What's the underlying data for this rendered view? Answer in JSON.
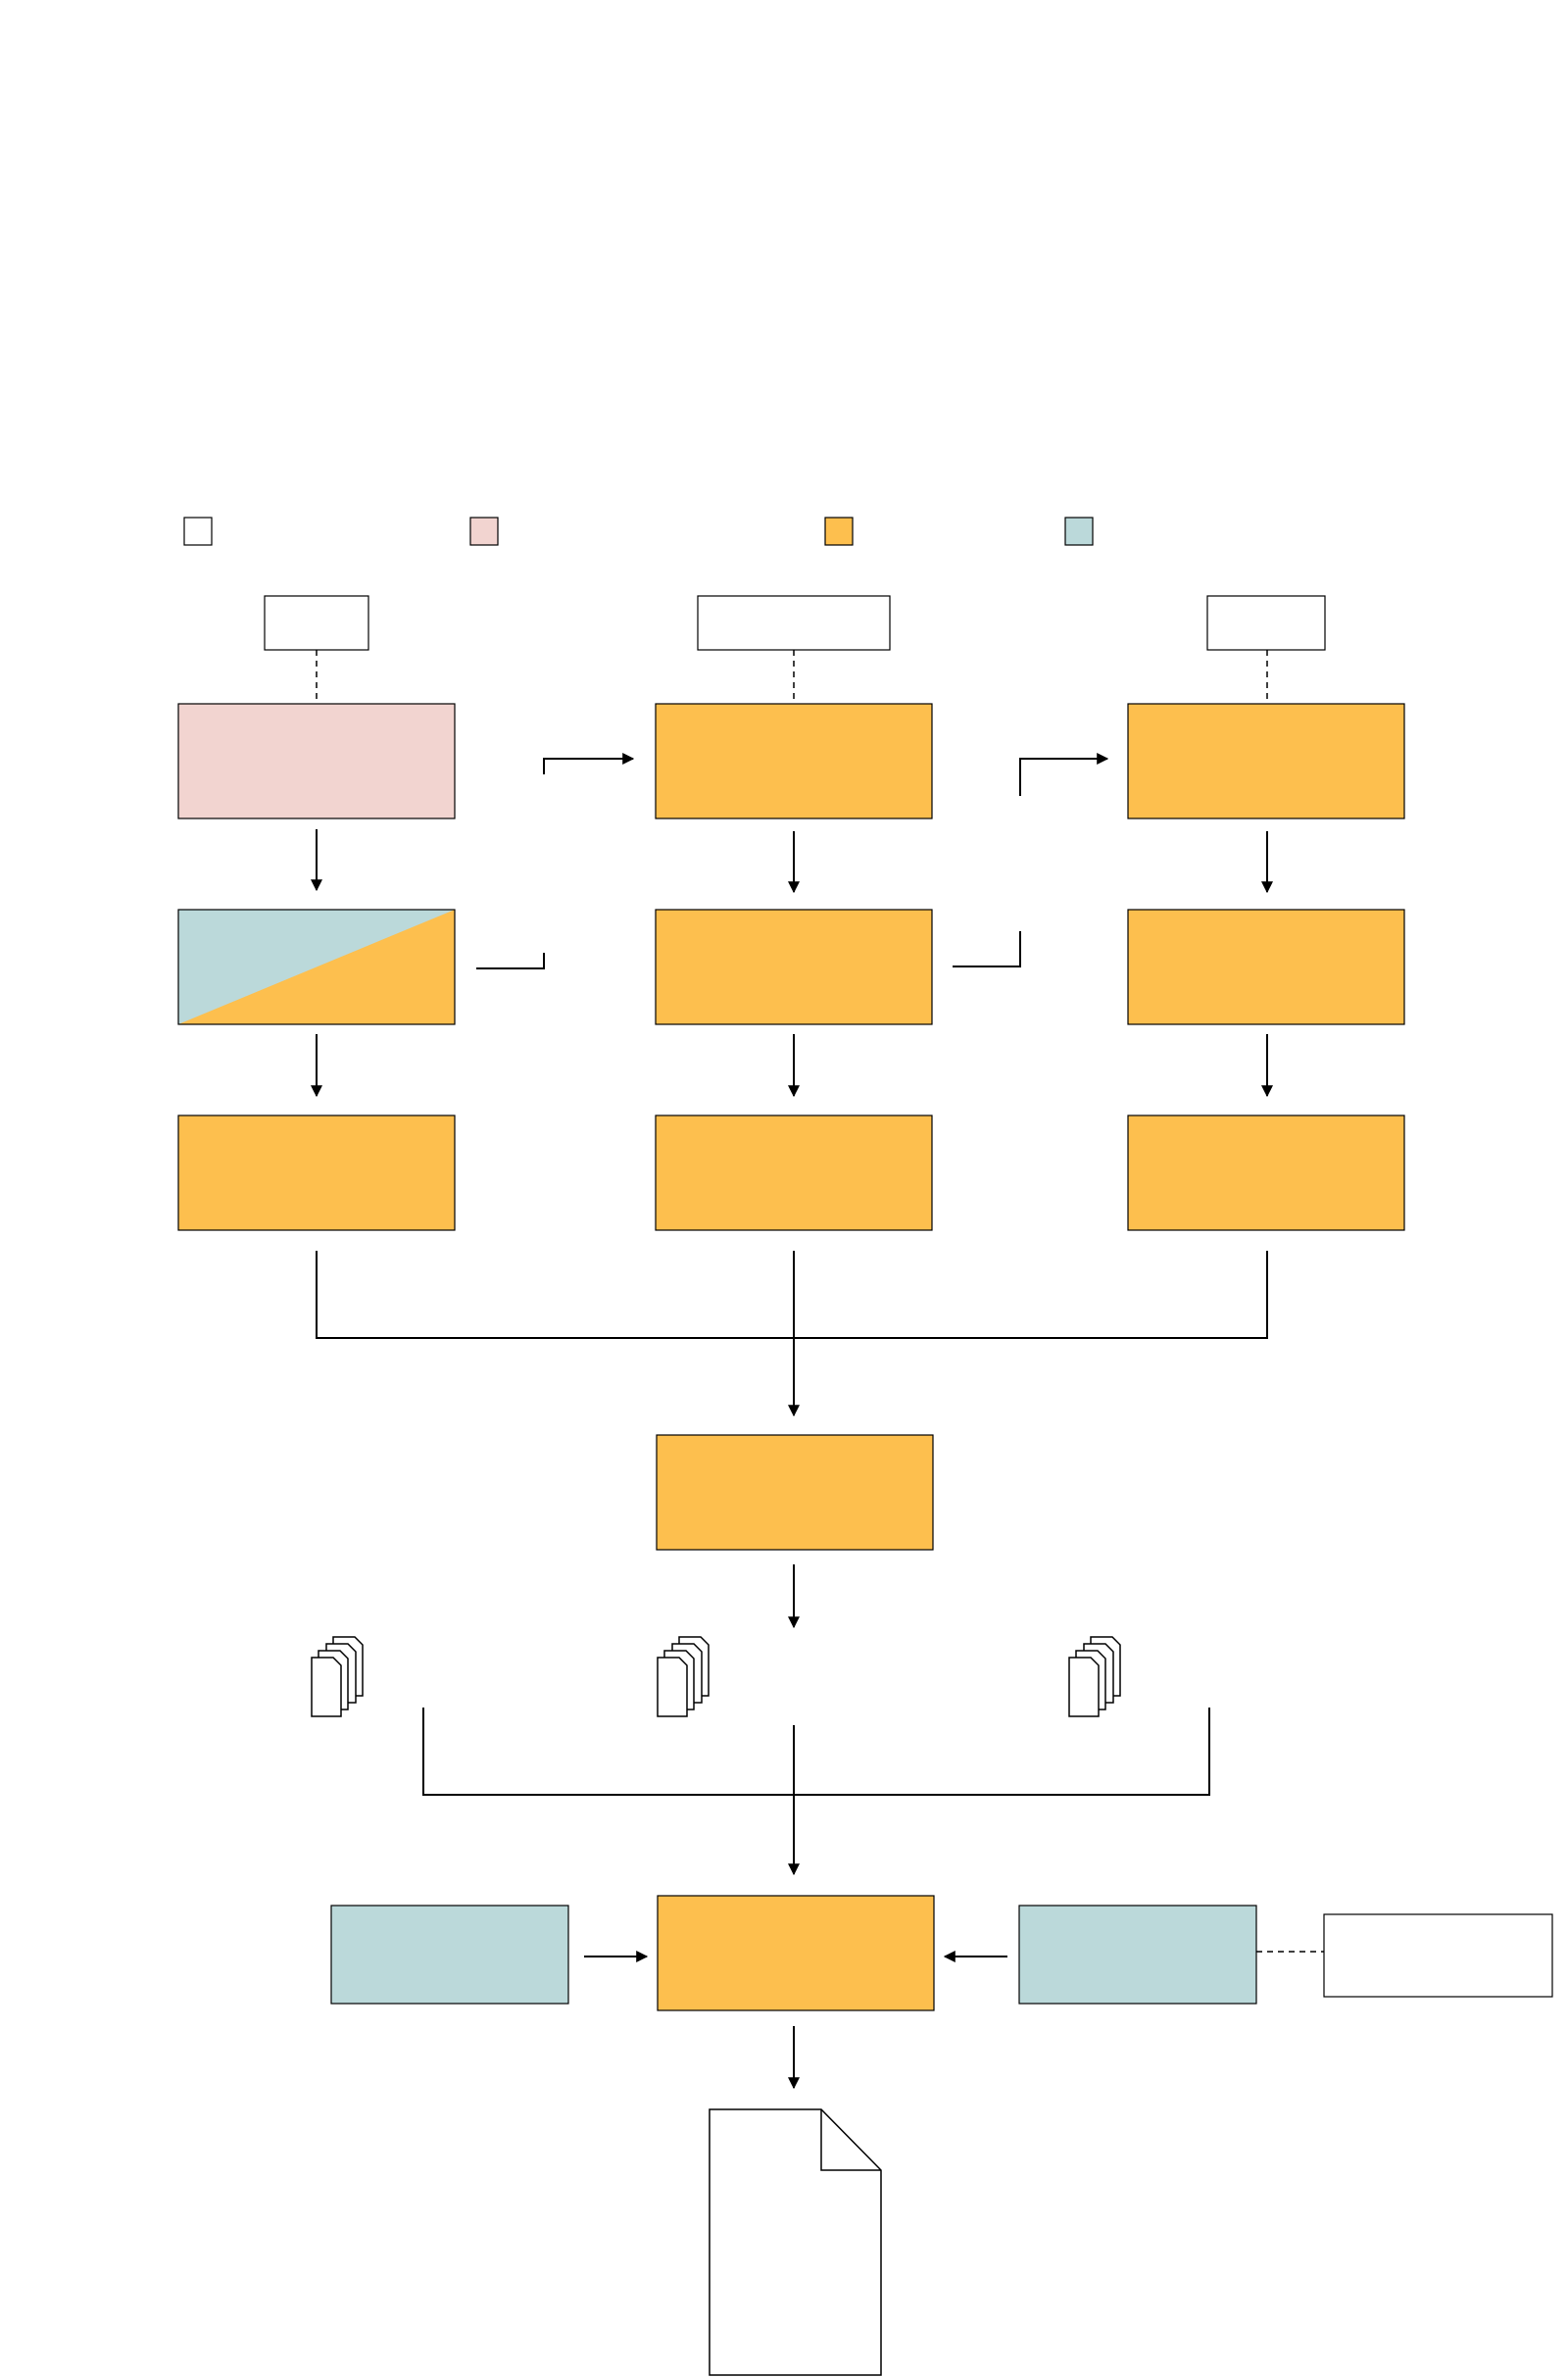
{
  "colors": {
    "white": "#FFFFFF",
    "pink": "#F2D4D0",
    "orange": "#FDBF4E",
    "teal": "#BBD9DA",
    "stroke": "#000000"
  },
  "legend": [
    {
      "color": "white"
    },
    {
      "color": "pink"
    },
    {
      "color": "orange"
    },
    {
      "color": "teal"
    }
  ],
  "labels": {
    "top_left": "",
    "top_center": "",
    "top_right": "",
    "row1_left": "",
    "row1_center": "",
    "row1_right": "",
    "row2_left": "",
    "row2_center": "",
    "row2_right": "",
    "row3_left": "",
    "row3_center": "",
    "row3_right": "",
    "merge_center": "",
    "bottom_left": "",
    "bottom_center": "",
    "bottom_right": "",
    "side_white": "",
    "output_doc": ""
  }
}
